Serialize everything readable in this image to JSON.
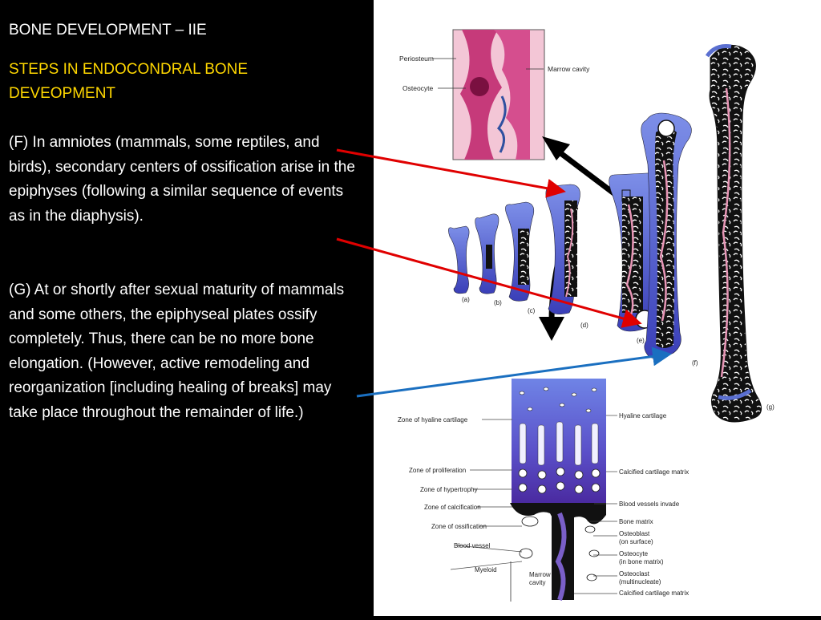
{
  "slide": {
    "title": "BONE DEVELOPMENT – IIE",
    "subtitle": "STEPS IN ENDOCONDRAL BONE DEVEOPMENT",
    "paragraph_f": "(F) In amniotes (mammals, some reptiles, and birds), secondary centers of ossification arise in the epiphyses (following a similar sequence of events as in the diaphysis).",
    "paragraph_g": "(G) At or shortly after sexual maturity of mammals and some others, the epiphyseal plates ossify completely. Thus, there can be no more bone elongation.  (However, active remodeling and reorganization [including healing of breaks] may take place throughout the remainder of life.)"
  },
  "figure": {
    "histology_labels": {
      "periosteum": "Periosteum",
      "osteocyte": "Osteocyte",
      "marrow_cavity": "Marrow cavity"
    },
    "stage_labels": [
      "(a)",
      "(b)",
      "(c)",
      "(d)",
      "(e)",
      "(f)",
      "(g)"
    ],
    "plate_labels_left": [
      "Zone of hyaline cartilage",
      "Zone of proliferation",
      "Zone of hypertrophy",
      "Zone of calcification",
      "Zone of ossification",
      "Blood vessel",
      "Myeloid",
      "Marrow",
      "cavity"
    ],
    "plate_labels_right": [
      "Hyaline cartilage",
      "Calcified cartilage matrix",
      "Blood vessels invade",
      "Bone matrix",
      "Osteoblast",
      "(on surface)",
      "Osteocyte",
      "(in bone matrix)",
      "Osteoclast",
      "(multinucleate)",
      "Calcified cartilage matrix"
    ]
  },
  "colors": {
    "background": "#000000",
    "text": "#ffffff",
    "subtitle": "#ffd700",
    "red_arrow": "#e00000",
    "blue_arrow": "#1a6fc0",
    "cartilage": "#5a6fd0",
    "bone": "#111111"
  }
}
